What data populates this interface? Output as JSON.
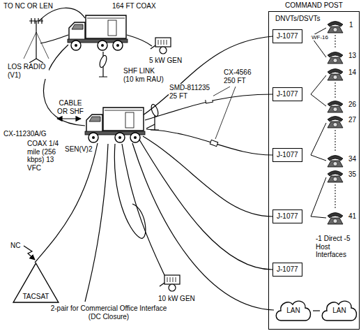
{
  "diagram": {
    "nodes": [
      {
        "text": [
          "COMMAND POST"
        ]
      },
      {
        "text": [
          "J-1077"
        ],
        "in": 0
      },
      {
        "text": [
          "J-1077"
        ],
        "in": 0
      },
      {
        "text": [
          "J-1077"
        ],
        "in": 0
      },
      {
        "text": [
          "J-1077"
        ],
        "in": 0
      },
      {
        "text": [
          "J-1077"
        ],
        "in": 0
      },
      {
        "text": [
          "TACSAT"
        ]
      },
      {
        "text": [
          "LAN"
        ],
        "in": 0
      },
      {
        "text": [
          "LAN"
        ],
        "in": 0
      }
    ],
    "edges": [
      {
        "from": 7,
        "to": 8,
        "arrow": "none"
      }
    ],
    "labels": [
      "TO NC OR LEN",
      "164 FT COAX",
      "LOS RADIO (V1)",
      "5 kW GEN",
      "SHF LINK (10 km RAU)",
      "CABLE OR SHF",
      "CX-11230A/G",
      "COAX 1/4 mile (256 kbps) 13 VFC",
      "SEN(V)2",
      "SMD-811235 25 FT",
      "CX-4566 250 FT",
      "DNVTs/DSVTs",
      "WF-16",
      "1",
      "13",
      "14",
      "26",
      "27",
      "34",
      "35",
      "41",
      "-1 Direct -5 Host Interfaces",
      "NC",
      "10 kW GEN",
      "2-pair for Commercial Office Interface (DC Closure)"
    ]
  }
}
